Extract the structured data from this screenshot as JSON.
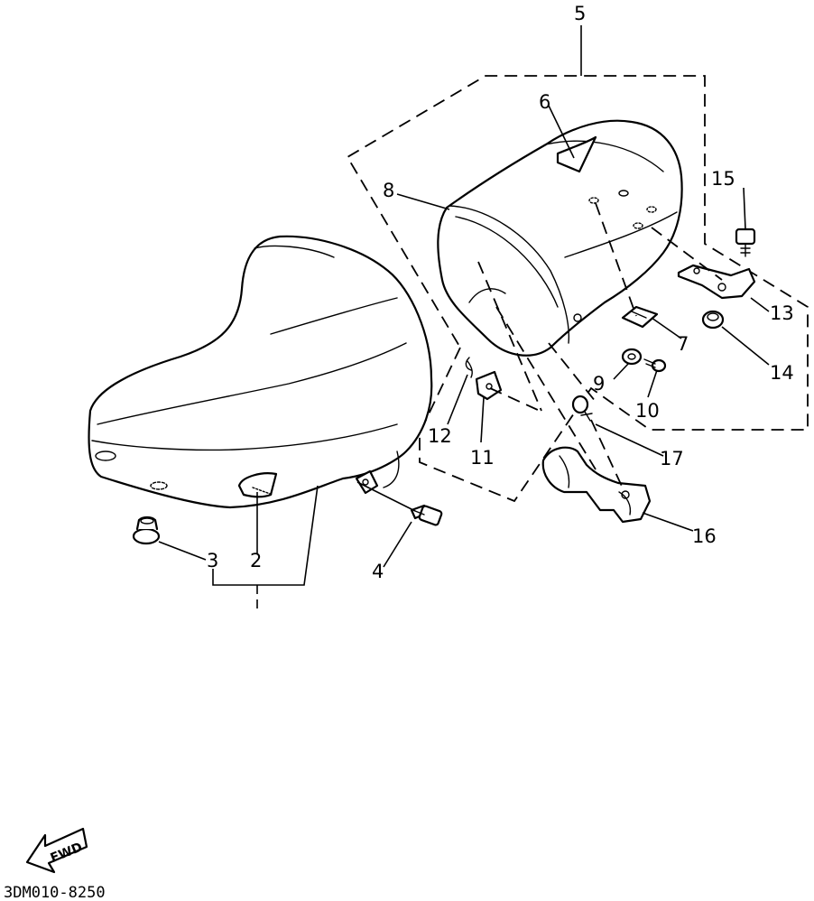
{
  "diagram": {
    "drawing_code": "3DM010-8250",
    "fwd_label": "FWD",
    "callouts": [
      {
        "id": "1",
        "text": "2"
      },
      {
        "id": "2",
        "text": "3"
      },
      {
        "id": "3",
        "text": "4"
      },
      {
        "id": "4",
        "text": "5"
      },
      {
        "id": "5",
        "text": "6"
      },
      {
        "id": "6",
        "text": "7"
      },
      {
        "id": "7",
        "text": "8"
      },
      {
        "id": "8",
        "text": "9"
      },
      {
        "id": "9",
        "text": "10"
      },
      {
        "id": "10",
        "text": "11"
      },
      {
        "id": "11",
        "text": "12"
      },
      {
        "id": "12",
        "text": "13"
      },
      {
        "id": "13",
        "text": "14"
      },
      {
        "id": "14",
        "text": "15"
      },
      {
        "id": "15",
        "text": "16"
      },
      {
        "id": "16",
        "text": "17"
      }
    ]
  }
}
